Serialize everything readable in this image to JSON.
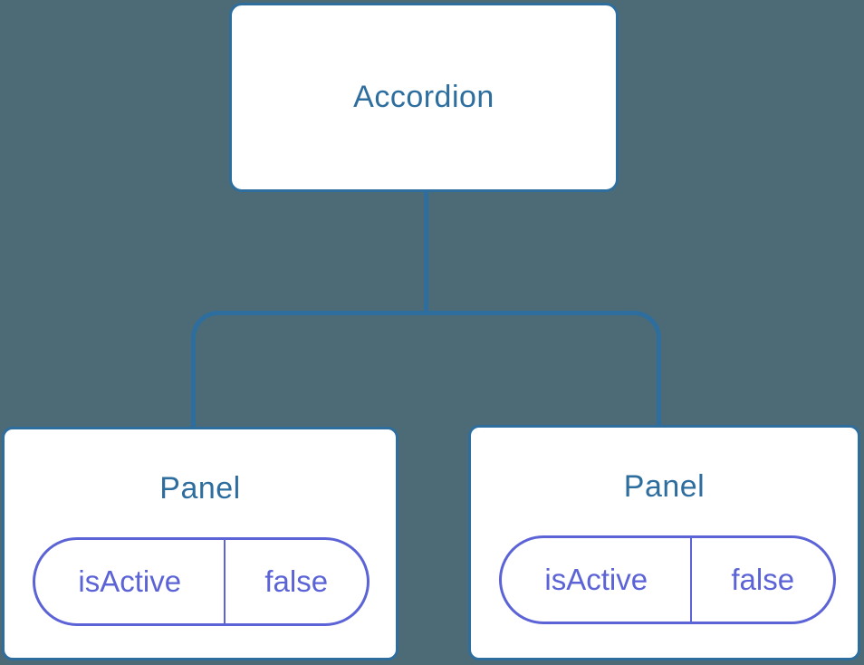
{
  "colors": {
    "background": "#4D6B77",
    "line": "#2D6E9E",
    "node_text": "#2D6E9E",
    "node_bg": "#FFFFFF",
    "pill": "#5B63D6"
  },
  "tree": {
    "root": {
      "label": "Accordion"
    },
    "children": [
      {
        "label": "Panel",
        "state": {
          "key": "isActive",
          "value": "false"
        }
      },
      {
        "label": "Panel",
        "state": {
          "key": "isActive",
          "value": "false"
        }
      }
    ]
  }
}
